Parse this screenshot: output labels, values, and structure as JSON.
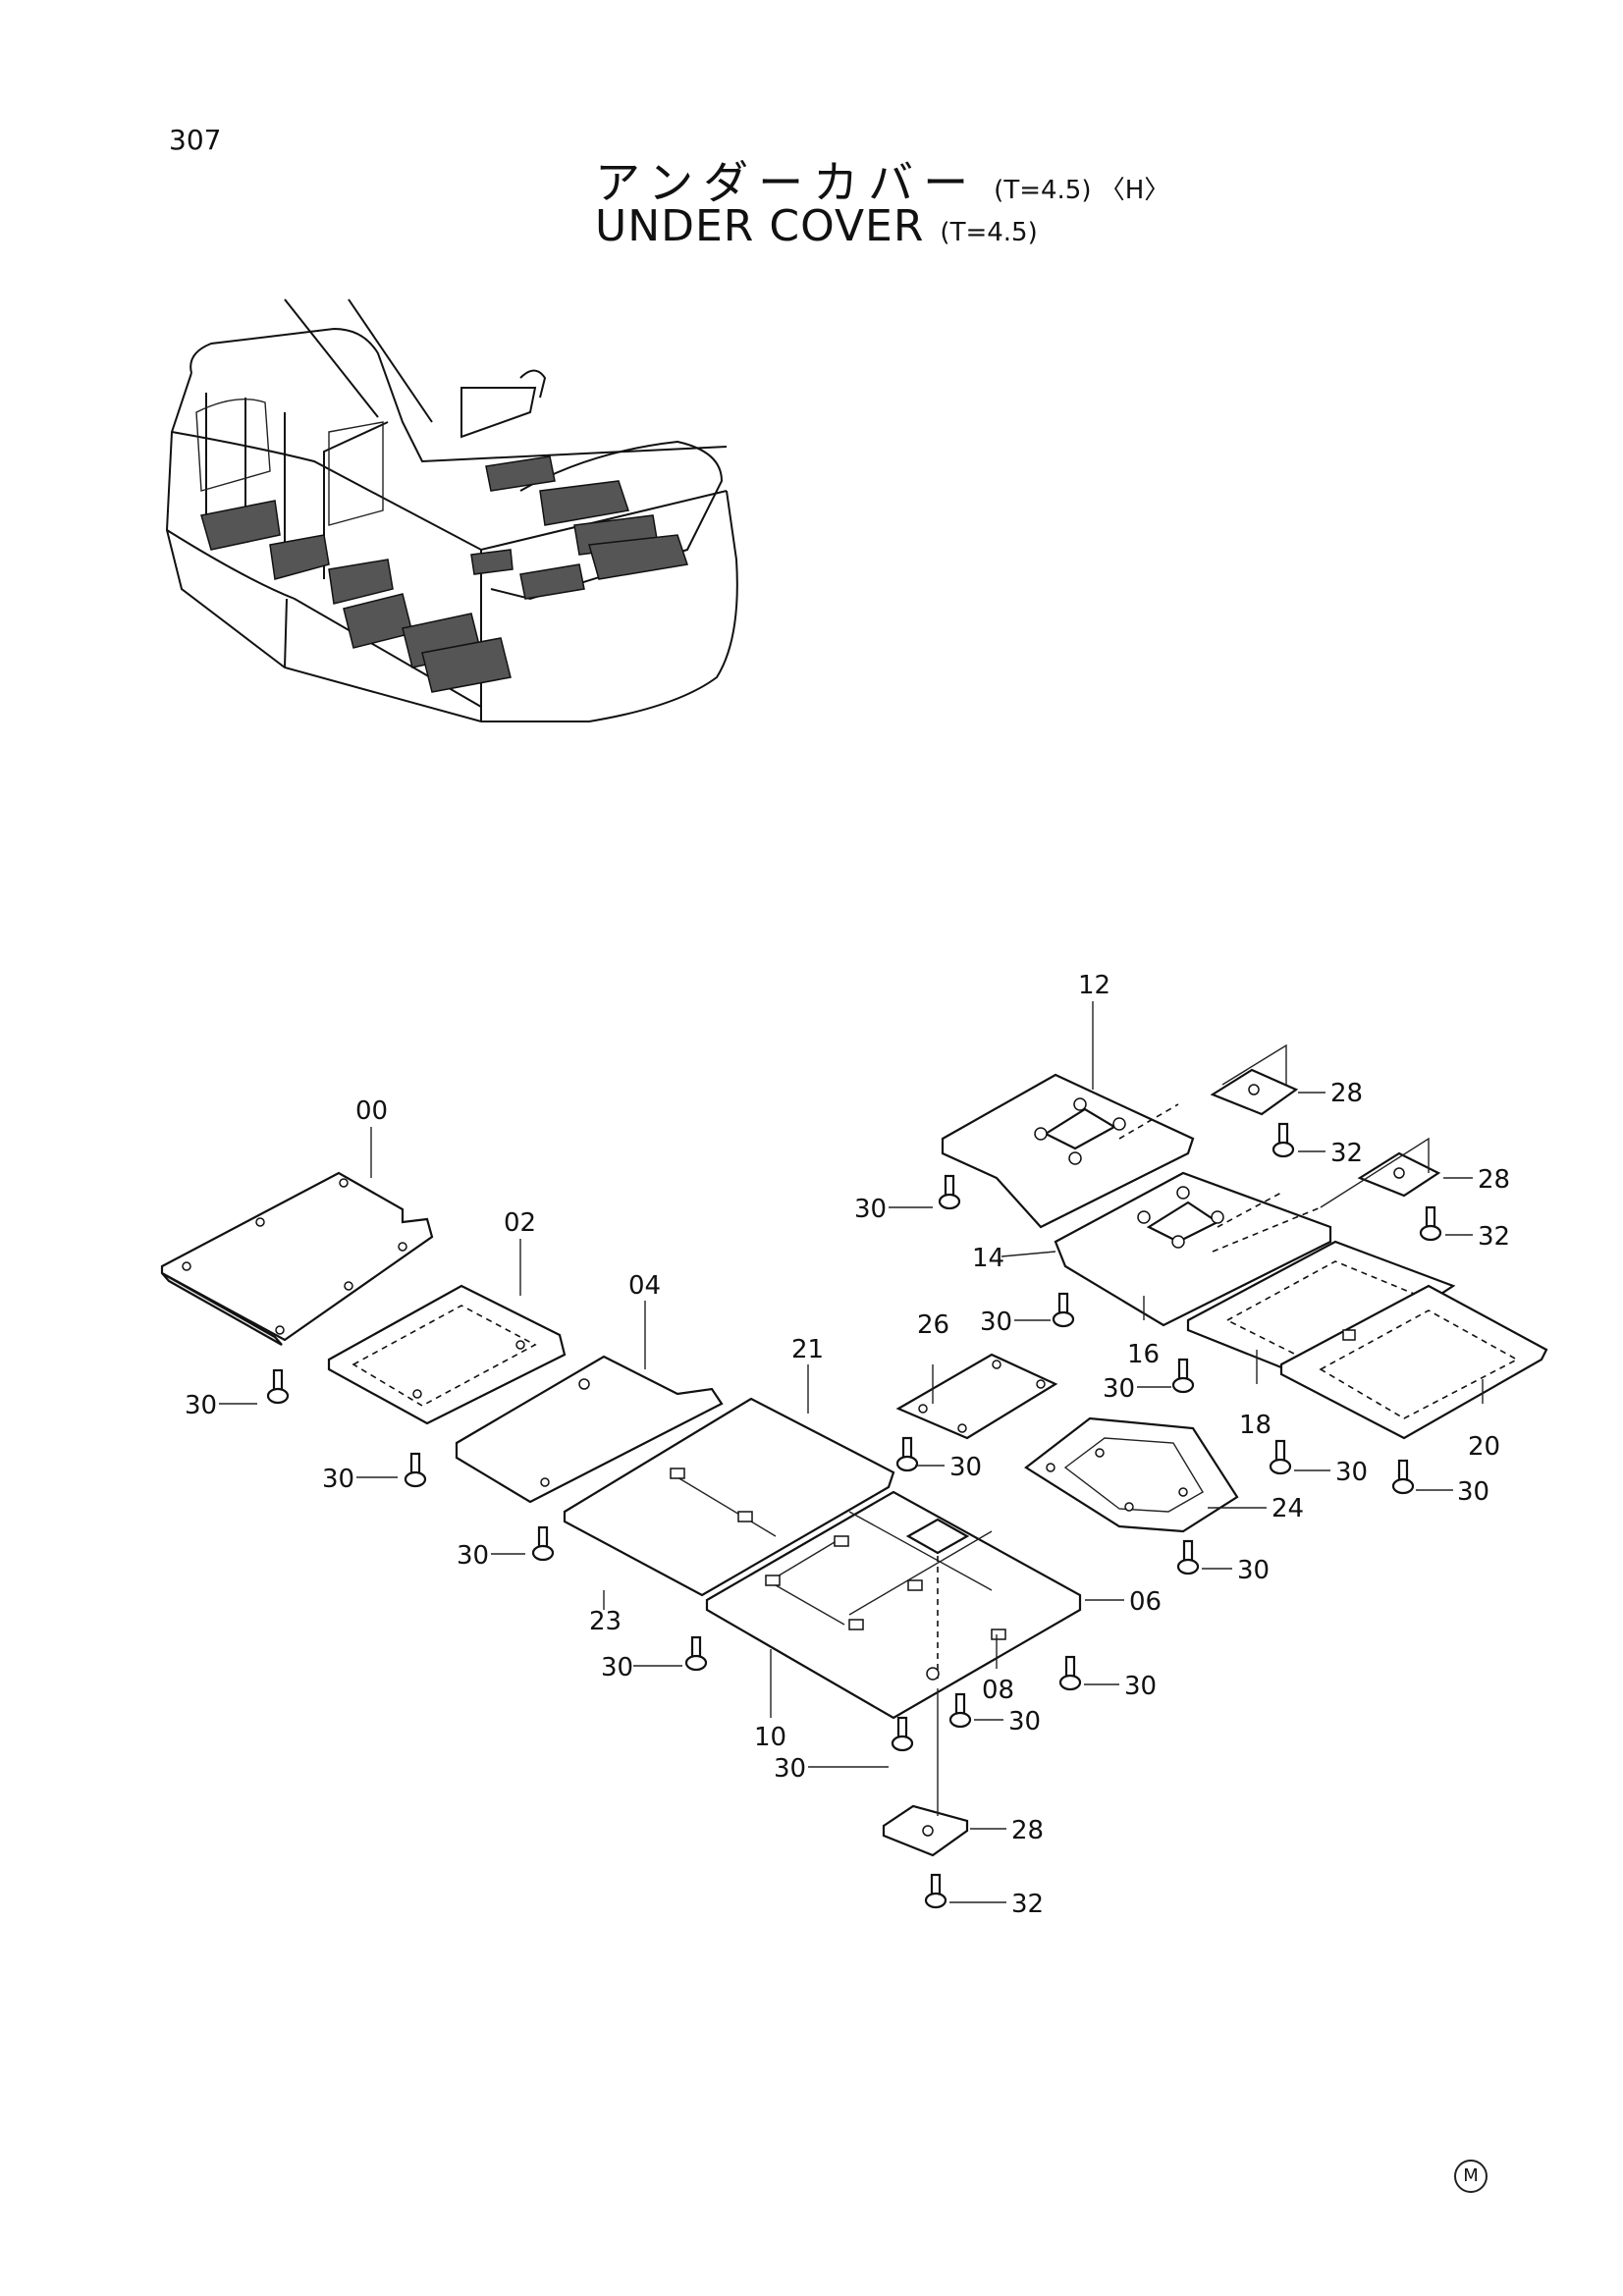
{
  "page_number": "307",
  "title": {
    "japanese": "アンダーカバー",
    "japanese_spec": "(T=4.5) 〈H〉",
    "english": "UNDER COVER",
    "english_spec": "(T=4.5)"
  },
  "callouts": {
    "p00": "00",
    "p02": "02",
    "p04": "04",
    "p06": "06",
    "p08": "08",
    "p10": "10",
    "p12": "12",
    "p14": "14",
    "p16": "16",
    "p18": "18",
    "p20": "20",
    "p21": "21",
    "p23": "23",
    "p24": "24",
    "p26": "26",
    "p28": "28",
    "p30": "30",
    "p32": "32"
  },
  "footer_mark": "M"
}
